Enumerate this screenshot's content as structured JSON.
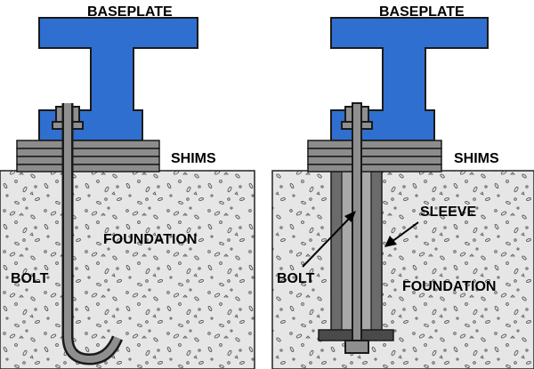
{
  "colors": {
    "baseplate": "#2f6fd0",
    "outline": "#1a1a1a",
    "shim": "#8c8c8c",
    "foundation": "#e6e6e6",
    "bolt": "#8f8f8f",
    "sleeve": "#6b6b6b"
  },
  "left_panel": {
    "baseplate_label": "BASEPLATE",
    "shims_label": "SHIMS",
    "foundation_label": "FOUNDATION",
    "bolt_label": "BOLT"
  },
  "right_panel": {
    "baseplate_label": "BASEPLATE",
    "shims_label": "SHIMS",
    "sleeve_label": "SLEEVE",
    "bolt_label": "BOLT",
    "foundation_label": "FOUNDATION"
  }
}
